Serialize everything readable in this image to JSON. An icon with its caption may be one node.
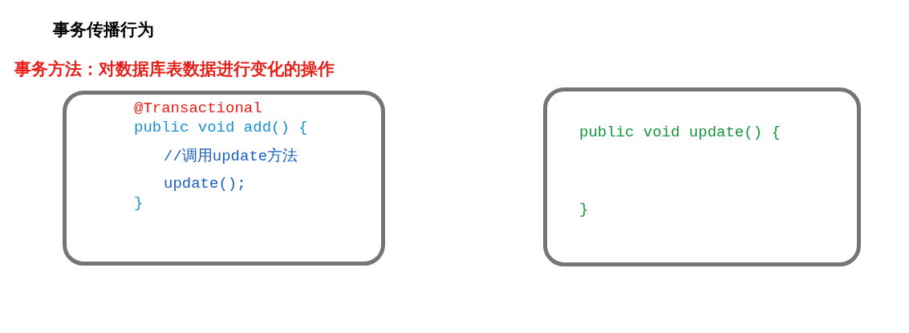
{
  "diagram": {
    "title": "事务传播行为",
    "labels": [
      "事务方法：对数据库表数据进行变化的操作"
    ],
    "nodes": [
      {
        "text": [
          "@Transactional",
          "public void add() {",
          "//调用update方法",
          "update();",
          "}"
        ]
      },
      {
        "text": [
          "public void update() {",
          "}"
        ]
      }
    ]
  }
}
